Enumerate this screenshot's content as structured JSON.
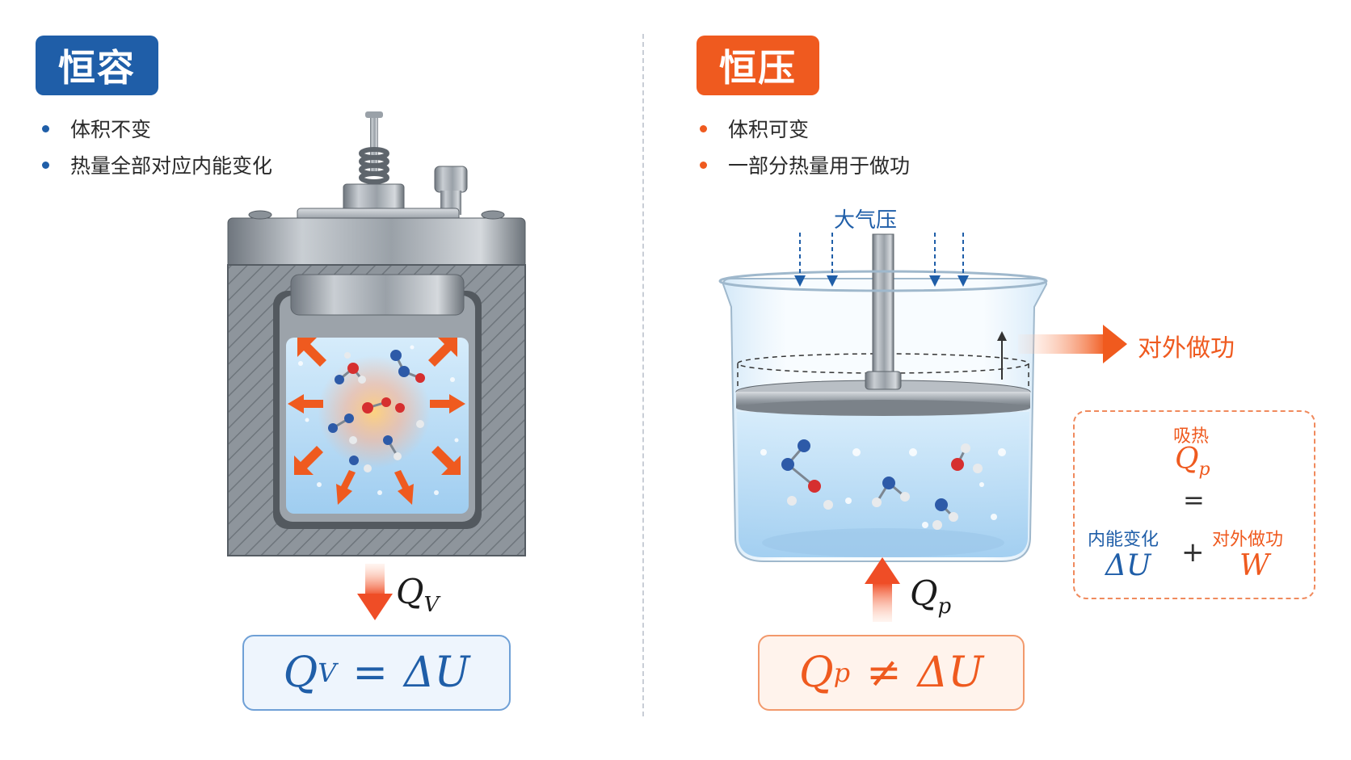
{
  "left_panel": {
    "title": "恒容",
    "bullets": [
      "体积不变",
      "热量全部对应内能变化"
    ],
    "heat_label": {
      "symbol": "Q",
      "subscript": "V"
    },
    "formula": {
      "lhs": "Q",
      "sub": "V",
      "op": "=",
      "rhs": "ΔU"
    }
  },
  "right_panel": {
    "title": "恒压",
    "bullets": [
      "体积可变",
      "一部分热量用于做功"
    ],
    "atmosphere_label": "大气压",
    "work_label": "对外做功",
    "heat_label": {
      "symbol": "Q",
      "subscript": "p"
    },
    "formula": {
      "lhs": "Q",
      "sub": "p",
      "op": "≠",
      "rhs": "ΔU"
    },
    "equation_box": {
      "top_label": "吸热",
      "top_symbol": "Q",
      "top_sub": "p",
      "equals": "=",
      "left_label": "内能变化",
      "left_symbol": "ΔU",
      "plus": "+",
      "right_label": "对外做功",
      "right_symbol": "W"
    }
  },
  "colors": {
    "blue": "#1f5ea8",
    "orange": "#ef5a1f",
    "water": "#bfe0f7",
    "steel": "#8d949c",
    "red_arrow": "#e8452a"
  }
}
